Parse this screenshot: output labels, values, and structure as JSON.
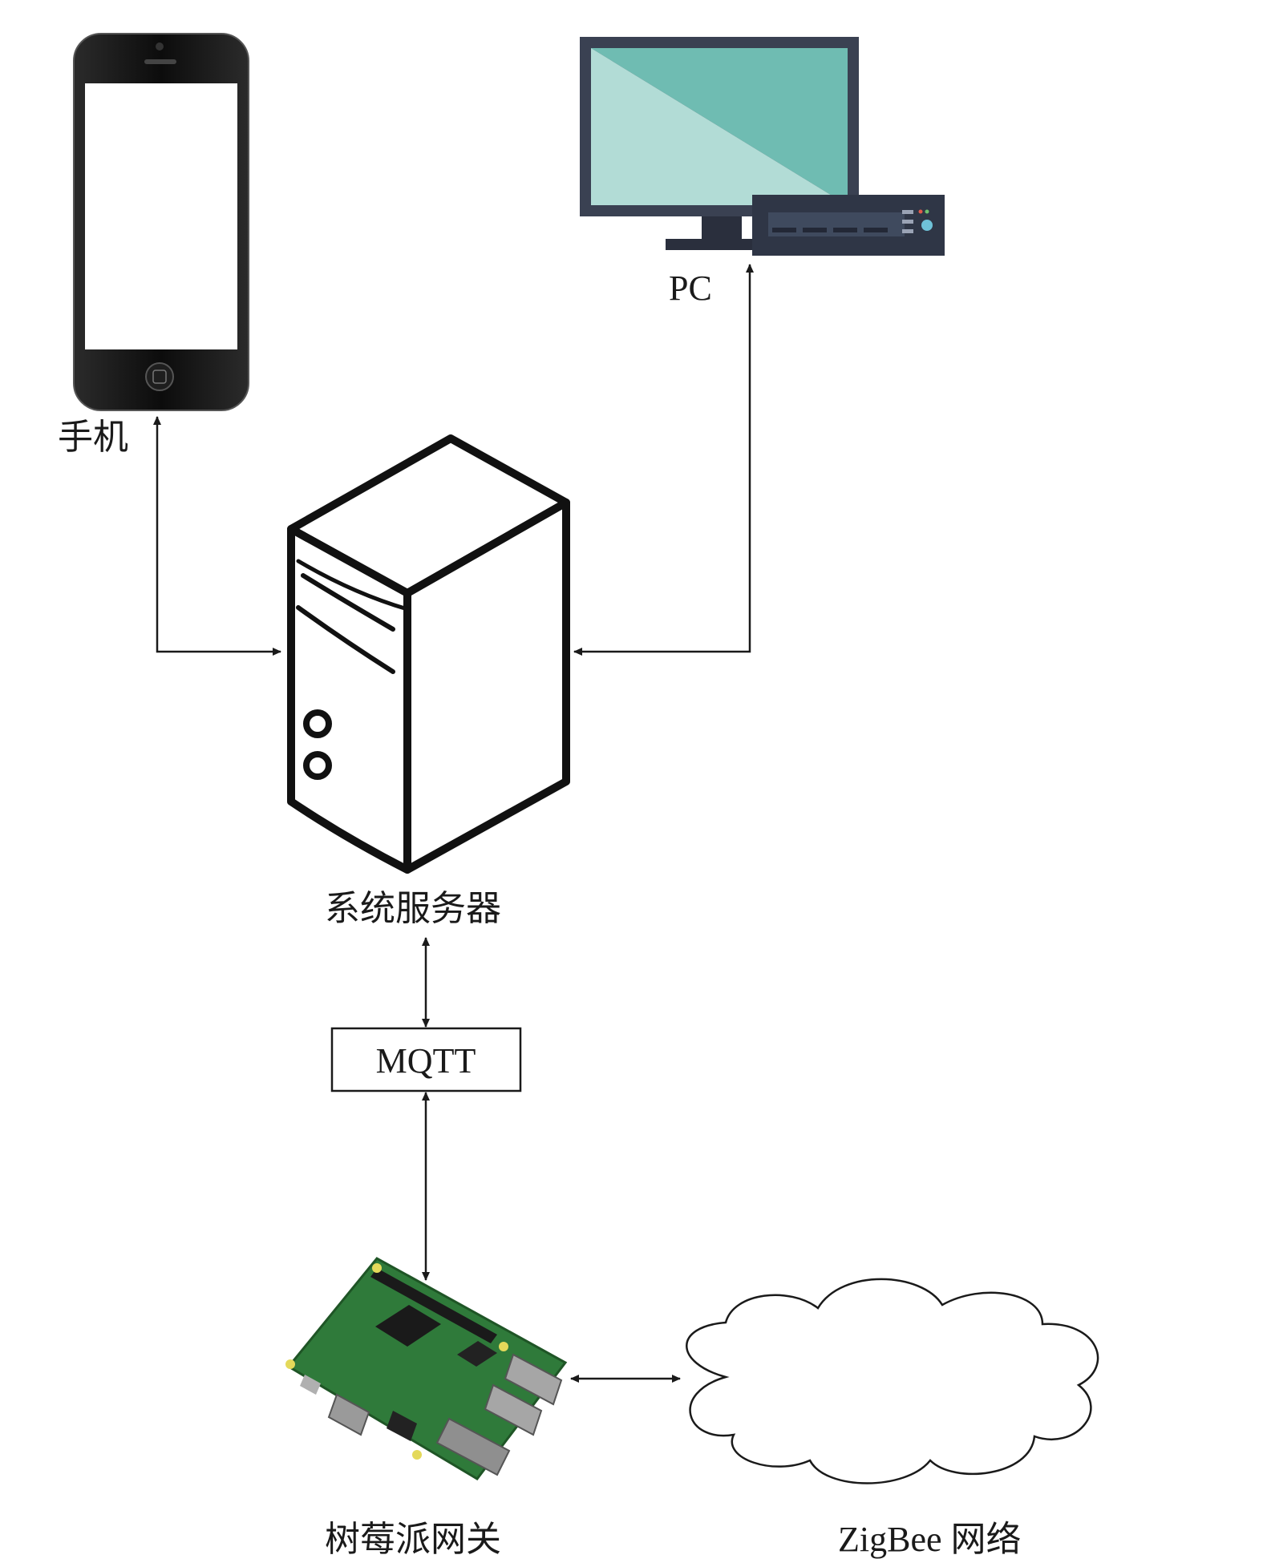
{
  "nodes": {
    "phone": {
      "label": "手机"
    },
    "pc": {
      "label": "PC"
    },
    "server": {
      "label": "系统服务器"
    },
    "mqtt": {
      "label": "MQTT"
    },
    "gateway": {
      "label": "树莓派网关"
    },
    "zigbee": {
      "label": "ZigBee 网络"
    }
  },
  "colors": {
    "line": "#1a1a1a",
    "monitor_light": "#b2dcd6",
    "monitor_dark": "#6fbcb2",
    "device_frame": "#3a4152",
    "board_green": "#2f7a3a"
  }
}
